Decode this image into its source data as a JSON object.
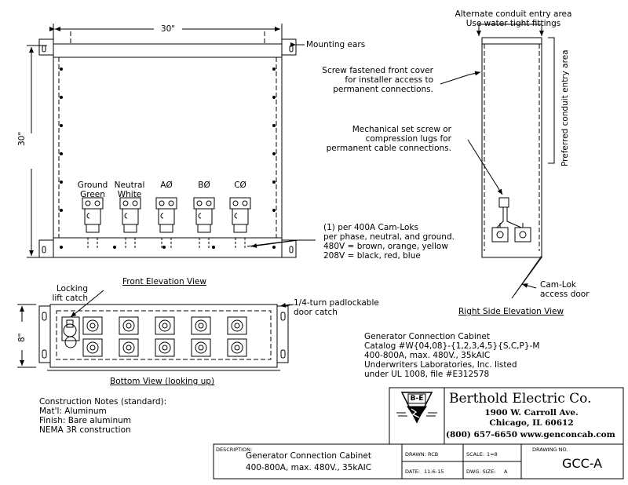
{
  "front_view": {
    "width_dim": "30\"",
    "height_dim": "30\"",
    "mounting_ears": "Mounting ears",
    "terminals": [
      {
        "line1": "Ground",
        "line2": "Green"
      },
      {
        "line1": "Neutral",
        "line2": "White"
      },
      {
        "line1": "AØ",
        "line2": ""
      },
      {
        "line1": "BØ",
        "line2": ""
      },
      {
        "line1": "CØ",
        "line2": ""
      }
    ],
    "camlok_note": [
      "(1) per 400A Cam-Loks",
      "per phase, neutral, and ground.",
      "480V = brown, orange, yellow",
      "208V = black, red, blue"
    ],
    "title": "Front Elevation View"
  },
  "side_view": {
    "alt_conduit": [
      "Alternate conduit entry area",
      "Use water tight fittings"
    ],
    "preferred_conduit": "Preferred conduit entry area",
    "screw_cover": [
      "Screw fastened front cover",
      "for installer access to",
      "permanent connections."
    ],
    "mech_screw": [
      "Mechanical set screw or",
      "compression lugs for",
      "permanent cable connections."
    ],
    "camlok_door": [
      "Cam-Lok",
      "access door"
    ],
    "title": "Right Side Elevation View"
  },
  "bottom_view": {
    "locking": [
      "Locking",
      "lift catch"
    ],
    "padlock": [
      "1/4-turn padlockable",
      "door catch"
    ],
    "depth_dim": "8\"",
    "title": "Bottom View (looking up)"
  },
  "spec": {
    "title": "Generator Connection Cabinet",
    "lines": [
      "Catalog #W{04,08}-{1,2,3,4,5}{S,C,P}-M",
      "400-800A, max. 480V., 35kAIC",
      "Underwriters Laboratories, Inc. listed",
      "under UL 1008, file #E312578"
    ]
  },
  "construction": {
    "title": "Construction Notes (standard):",
    "lines": [
      "Mat'l: Aluminum",
      "Finish: Bare aluminum",
      "NEMA 3R construction"
    ]
  },
  "company": {
    "logo_text": "B-E",
    "name": "Berthold Electric Co.",
    "address1": "1900 W. Carroll Ave.",
    "address2": "Chicago, IL 60612",
    "phone_web": "(800) 657-6650   www.genconcab.com"
  },
  "title_block": {
    "description_label": "DESCRIPTION:",
    "description_line1": "Generator Connection Cabinet",
    "description_line2": "400-800A, max. 480V., 35kAIC",
    "drawn_label": "DRAWN:",
    "drawn_value": "RCB",
    "scale_label": "SCALE:",
    "scale_value": "1=8",
    "date_label": "DATE:",
    "date_value": "11-6-15",
    "size_label": "DWG. SIZE:",
    "size_value": "A",
    "drawing_no_label": "DRAWING NO.",
    "drawing_no_value": "GCC-A"
  }
}
